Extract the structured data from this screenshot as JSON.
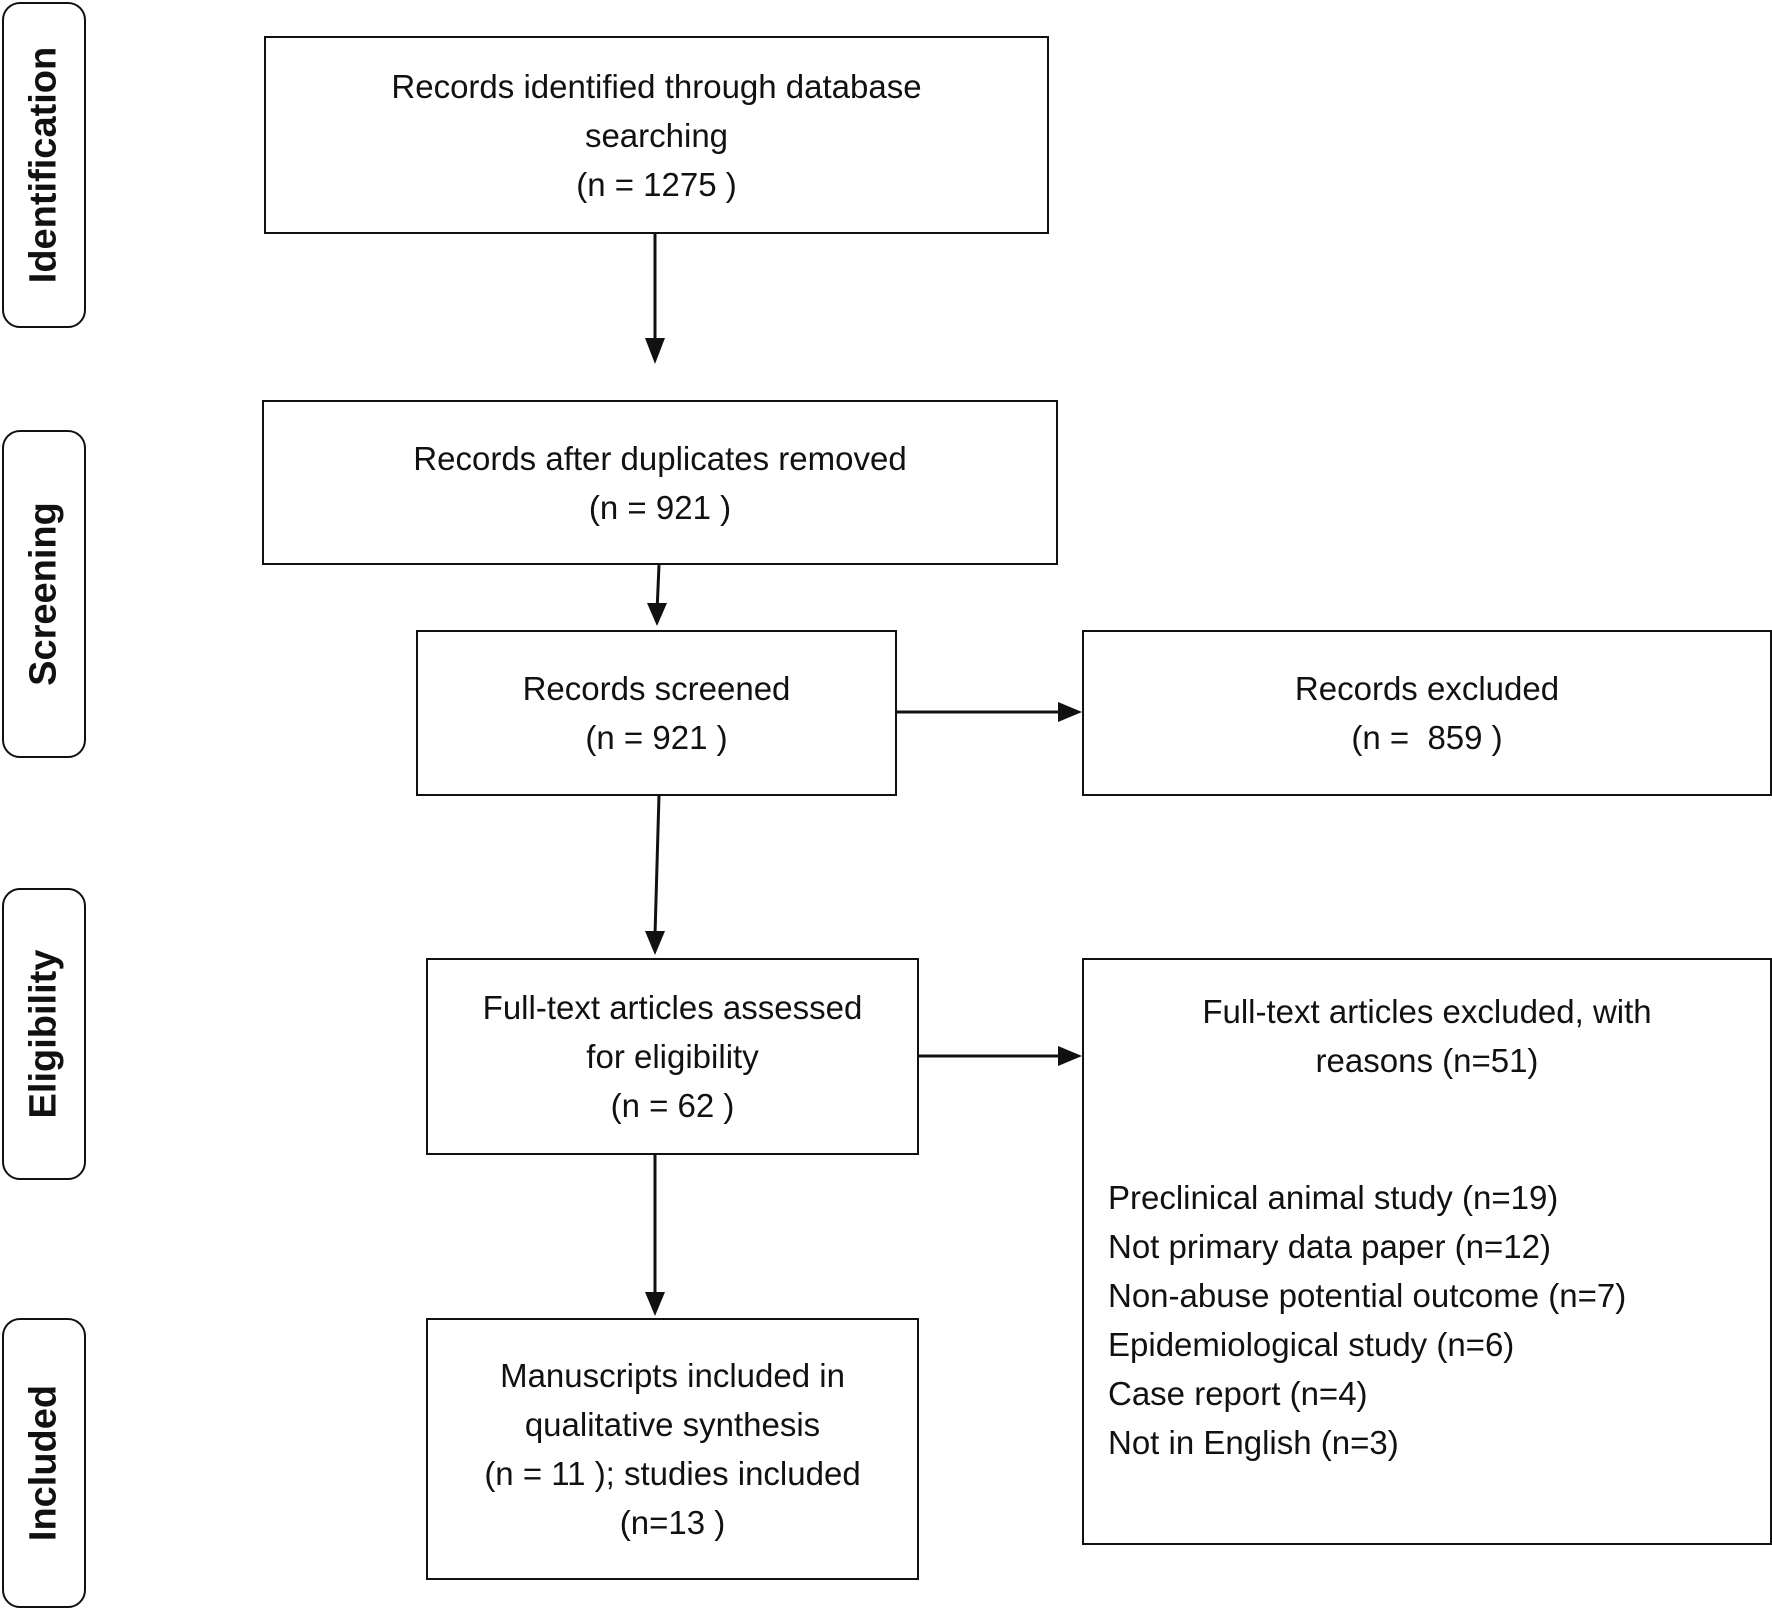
{
  "stages": {
    "identification": "Identification",
    "screening": "Screening",
    "eligibility": "Eligibility",
    "included": "Included"
  },
  "boxes": {
    "identified": {
      "line1": "Records identified through database",
      "line2": "searching",
      "line3": "(n = 1275 )"
    },
    "after_duplicates": {
      "line1": "Records after duplicates removed",
      "line2": "(n = 921 )"
    },
    "screened": {
      "line1": "Records screened",
      "line2": "(n = 921 )"
    },
    "excluded": {
      "line1": "Records excluded",
      "line2": "(n =  859 )"
    },
    "fulltext_assessed": {
      "line1": "Full-text articles assessed",
      "line2": "for eligibility",
      "line3": "(n = 62 )"
    },
    "fulltext_excluded": {
      "line1": "Full-text articles excluded, with",
      "line2": "reasons (n=51)",
      "reasons": [
        "Preclinical animal study (n=19)",
        "Not primary data paper (n=12)",
        "Non-abuse potential outcome (n=7)",
        "Epidemiological study (n=6)",
        "Case report (n=4)",
        "Not in English (n=3)"
      ]
    },
    "included": {
      "line1": "Manuscripts included in",
      "line2": "qualitative synthesis",
      "line3": "(n = 11 ); studies included",
      "line4": "(n=13 )"
    }
  }
}
